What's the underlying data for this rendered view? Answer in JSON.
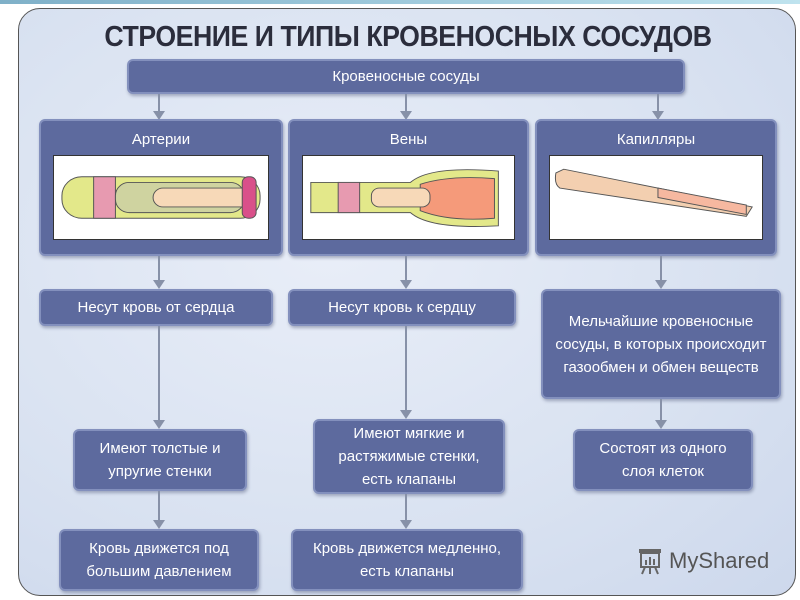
{
  "title": "СТРОЕНИЕ И ТИПЫ КРОВЕНОСНЫХ СОСУДОВ",
  "root": "Кровеносные сосуды",
  "types": [
    {
      "name": "Артерии",
      "function": "Несут кровь от сердца",
      "structure": "Имеют толстые и упругие стенки",
      "pressure": "Кровь движется под большим давлением"
    },
    {
      "name": "Вены",
      "function": "Несут кровь к сердцу",
      "structure": "Имеют  мягкие и растяжимые стенки, есть клапаны",
      "pressure": "Кровь движется медленно, есть клапаны"
    },
    {
      "name": "Капилляры",
      "function": "Мельчайшие кровеносные сосуды, в которых происходит газообмен и обмен веществ",
      "structure": "Состоят из одного слоя клеток"
    }
  ],
  "logo": "MyShared",
  "colors": {
    "box": "#5d6a9e",
    "border": "#8390bd",
    "title": "#2b2d3c"
  }
}
